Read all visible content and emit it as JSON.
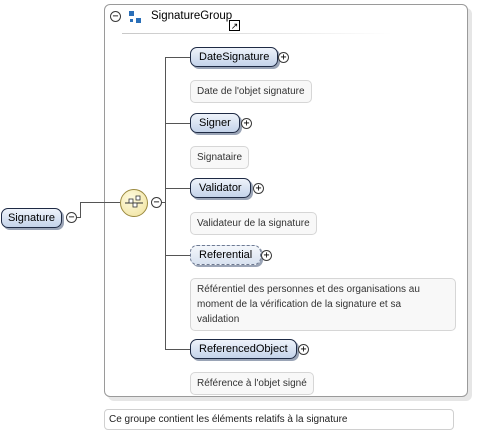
{
  "root": {
    "label": "Signature"
  },
  "group": {
    "title": "SignatureGroup",
    "description": "Ce groupe contient les éléments relatifs à la signature"
  },
  "elements": [
    {
      "label": "DateSignature",
      "doc": "Date de l'objet signature",
      "optional": false
    },
    {
      "label": "Signer",
      "doc": "Signataire",
      "optional": false
    },
    {
      "label": "Validator",
      "doc": "Validateur de la signature",
      "optional": false
    },
    {
      "label": "Referential",
      "doc_lines": [
        "Référentiel des personnes et des organisations au",
        "moment de la vérification de la signature et sa",
        "validation"
      ],
      "optional": true
    },
    {
      "label": "ReferencedObject",
      "doc": "Référence à l'objet signé",
      "optional": false
    }
  ],
  "icons": {
    "collapse": "−",
    "expand": "+",
    "link": "↗"
  },
  "colors": {
    "node_border": "#1e2a44",
    "node_fill": "#c4d3ea",
    "sequence_fill": "#efe19a",
    "group_icon": "#2a6fb8"
  }
}
